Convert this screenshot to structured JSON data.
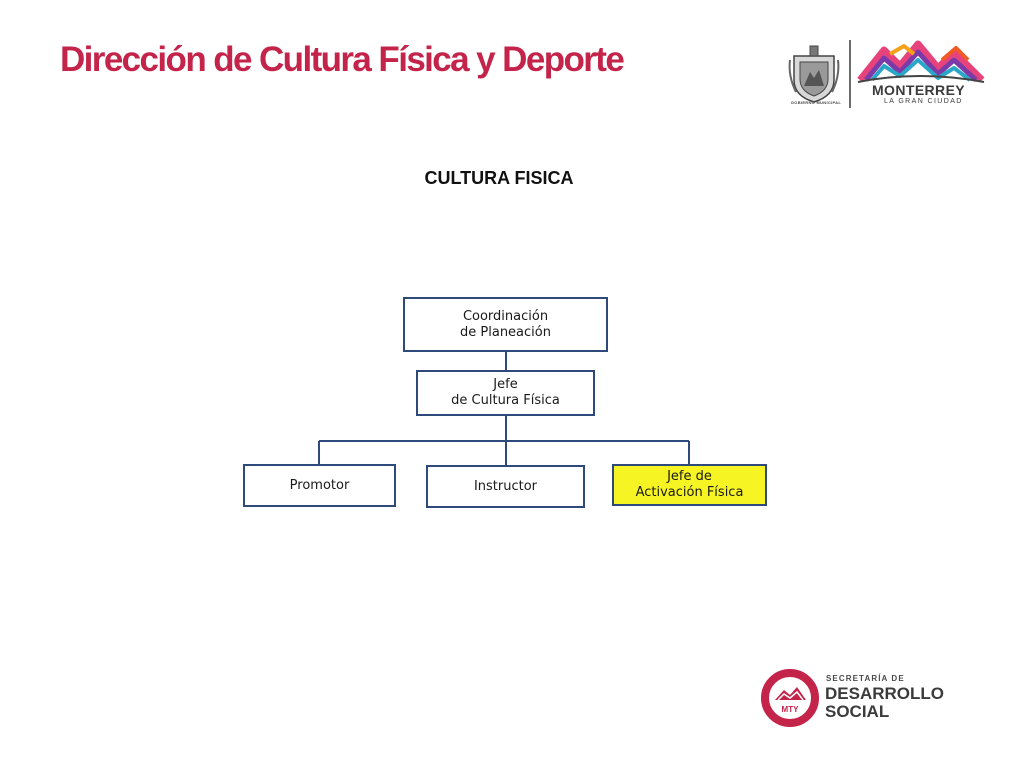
{
  "header": {
    "title": "Dirección de Cultura Física y Deporte",
    "logo_seal_caption": "GOBIERNO MUNICIPAL",
    "logo_city_name": "MONTERREY",
    "logo_city_tagline": "LA GRAN CIUDAD"
  },
  "section_title": "CULTURA FISICA",
  "org_chart": {
    "coordinacion": "Coordinación\nde  Planeación",
    "jefe": "Jefe\nde Cultura Física",
    "promotor": "Promotor",
    "instructor": "Instructor",
    "jefe_activacion": "Jefe de\nActivación Física"
  },
  "footer": {
    "badge_text": "MTY",
    "line1": "SECRETARÍA DE",
    "line2": "DESARROLLO",
    "line3": "SOCIAL"
  },
  "colors": {
    "title": "#c4234a",
    "box_border": "#2e4a7a",
    "highlight": "#f7f423",
    "badge": "#c4234a"
  }
}
